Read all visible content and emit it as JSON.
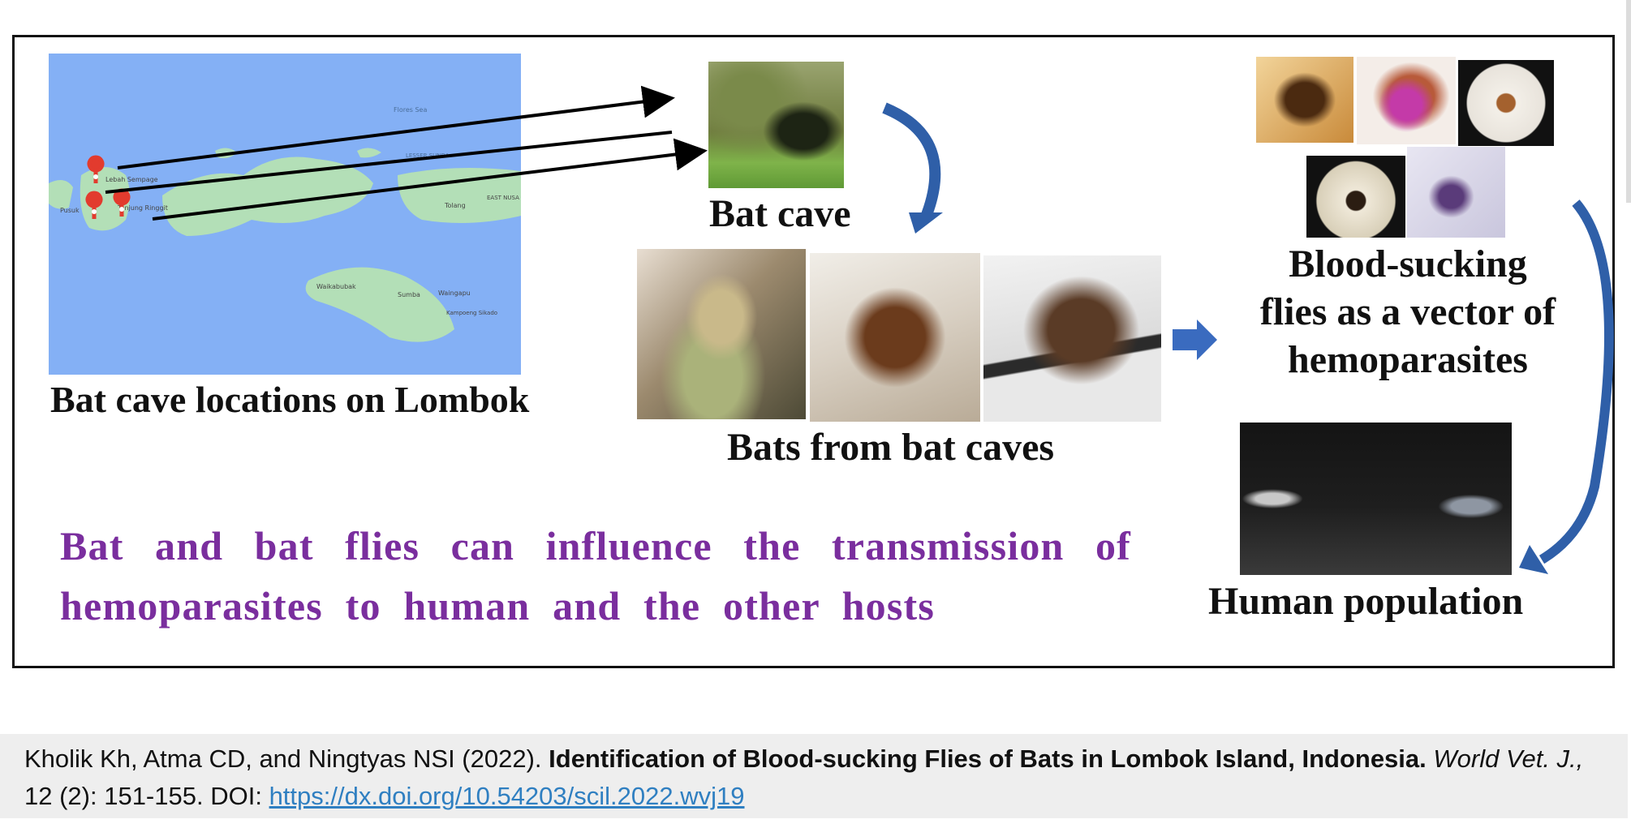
{
  "colors": {
    "accent_text": "#7a2e9e",
    "arrow_blue": "#2f5fa8",
    "map_water": "#84b0f5",
    "map_land": "#b3dfb7",
    "link": "#2f7fc1"
  },
  "map": {
    "caption": "Bat cave locations on Lombok",
    "places": [
      {
        "name": "Flores Sea"
      },
      {
        "name": "Lebah Sempage"
      },
      {
        "name": "Pusuk"
      },
      {
        "name": "Tanjung Ringgit"
      },
      {
        "name": "LESSER SUNDA"
      },
      {
        "name": "Sumba"
      },
      {
        "name": "Waingapu"
      },
      {
        "name": "Kampoeng Sikado"
      },
      {
        "name": "Tolang"
      },
      {
        "name": "EAST NUSA TENGGARA"
      },
      {
        "name": "Waikabubak"
      }
    ],
    "marker_icon": "location-pin-icon"
  },
  "cave": {
    "caption": "Bat cave"
  },
  "bats": {
    "caption": "Bats from bat caves"
  },
  "flies": {
    "caption_lines": [
      "Blood-sucking",
      "flies as a vector of",
      "hemoparasites"
    ]
  },
  "humans": {
    "caption": "Human population"
  },
  "conclusion": "Bat and bat flies can influence the transmission of hemoparasites to human and the other hosts",
  "citation": {
    "authors": "Kholik Kh, Atma CD, and Ningtyas NSI (2022).",
    "title": "Identification of Blood-sucking Flies of Bats in Lombok Island, Indonesia.",
    "journal": "World Vet. J.,",
    "volume": "12 (2): 151-155. DOI:",
    "doi_url": "https://dx.doi.org/10.54203/scil.2022.wvj19"
  }
}
